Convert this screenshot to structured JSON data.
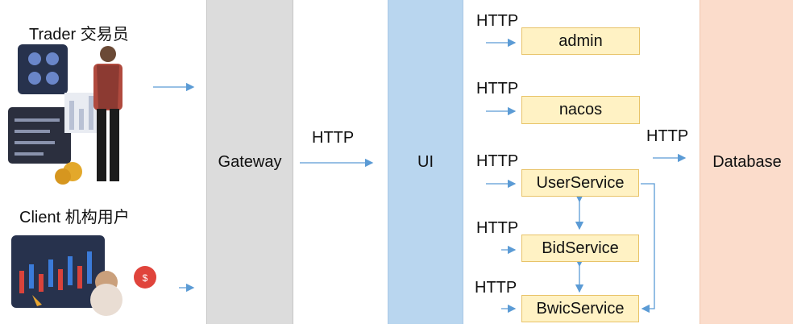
{
  "actors": {
    "trader_label": "Trader 交易员",
    "client_label": "Client  机构用户",
    "client_bubble": "$"
  },
  "columns": {
    "gateway": "Gateway",
    "ui": "UI",
    "database": "Database"
  },
  "protocol_labels": {
    "gateway_to_ui": "HTTP",
    "admin": "HTTP",
    "nacos": "HTTP",
    "userservice": "HTTP",
    "bidservice": "HTTP",
    "bwicservice": "HTTP",
    "to_database": "HTTP"
  },
  "services": {
    "admin": "admin",
    "nacos": "nacos",
    "userservice": "UserService",
    "bidservice": "BidService",
    "bwicservice": "BwicService"
  },
  "colors": {
    "arrow": "#5b9bd5",
    "gateway_fill": "#dcdcdc",
    "ui_fill": "#b9d6ef",
    "database_fill": "#fbdccb",
    "service_fill": "#fff2c4",
    "service_border": "#e8c368"
  }
}
